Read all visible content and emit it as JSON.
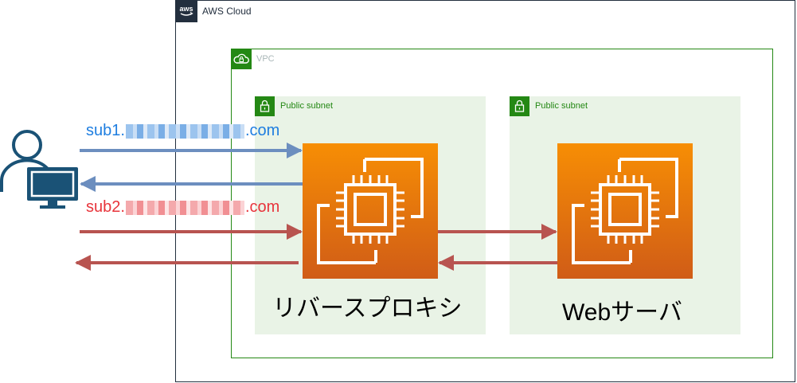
{
  "aws_cloud": {
    "label": "AWS Cloud",
    "logo_text": "aws"
  },
  "vpc": {
    "label": "VPC"
  },
  "subnets": [
    {
      "label": "Public subnet"
    },
    {
      "label": "Public subnet"
    }
  ],
  "instances": [
    {
      "caption": "リバースプロキシ"
    },
    {
      "caption": "Webサーバ"
    }
  ],
  "domains": [
    {
      "prefix": "sub1.",
      "suffix": ".com"
    },
    {
      "prefix": "sub2.",
      "suffix": ".com"
    }
  ],
  "colors": {
    "aws_dark": "#232f3e",
    "vpc_green": "#248814",
    "subnet_fill": "#e9f3e6",
    "ec2_orange_top": "#f78e04",
    "ec2_orange_bottom": "#d05c17",
    "blue_arrow": "#6c8ebf",
    "red_arrow": "#b85450",
    "user_blue": "#1a5276"
  },
  "icons": [
    "aws-logo-icon",
    "vpc-cloud-lock-icon",
    "subnet-lock-icon",
    "ec2-instance-icon",
    "user-client-icon"
  ]
}
